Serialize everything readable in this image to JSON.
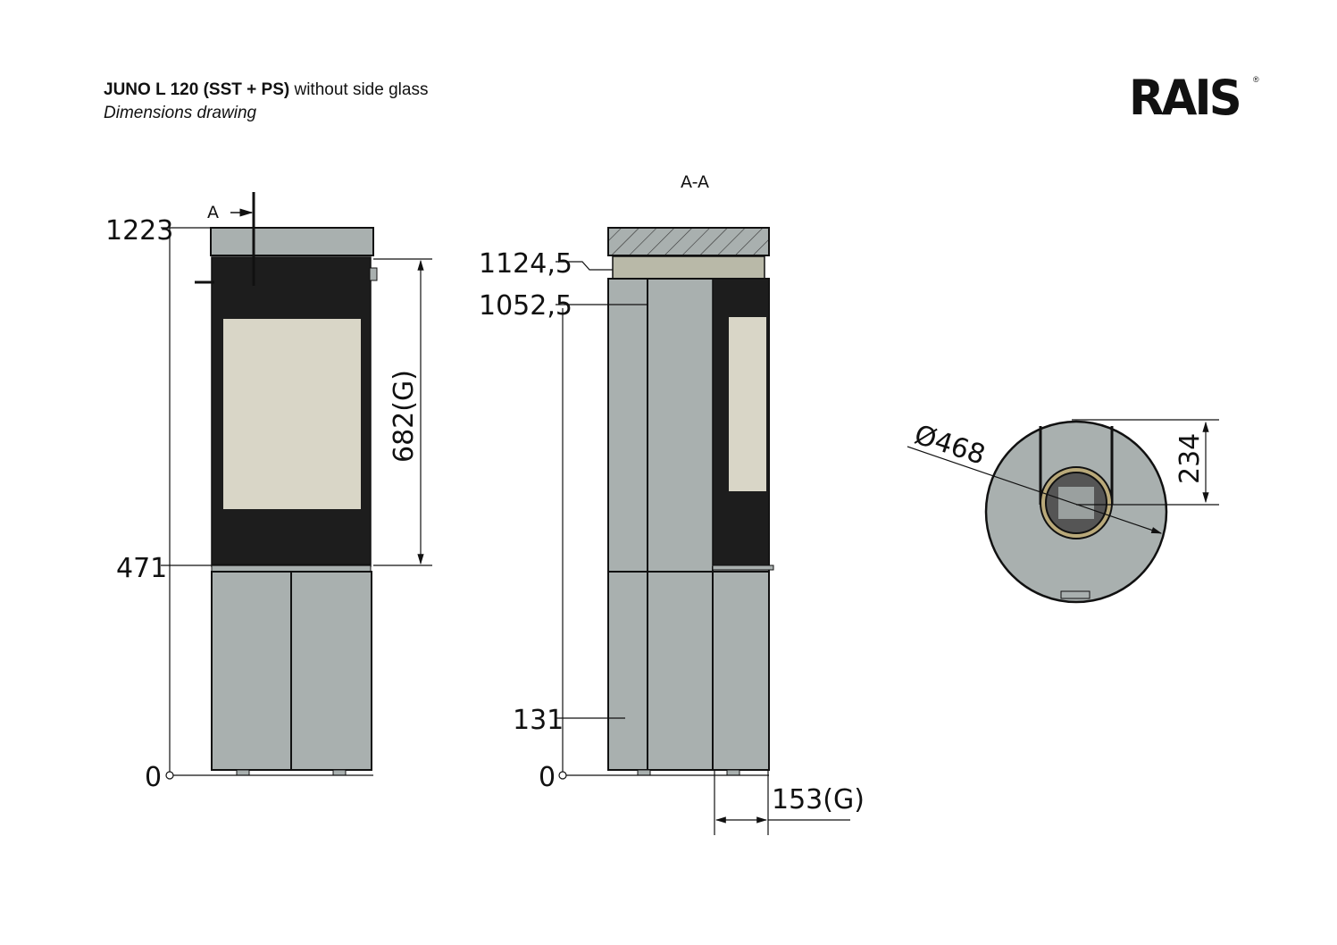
{
  "header": {
    "model": "JUNO L 120 (SST + PS)",
    "variant": "without side glass",
    "subtitle": "Dimensions drawing"
  },
  "logo": {
    "text": "RAIS",
    "mark": "®"
  },
  "front_view": {
    "section_marker": "A",
    "dims": {
      "top": "1223",
      "door_bottom": "471",
      "zero": "0",
      "glass_height": "682(G)"
    }
  },
  "section_view": {
    "title": "A-A",
    "dims": {
      "d1": "1124,5",
      "d2": "1052,5",
      "d3": "131",
      "zero": "0",
      "glass_offset": "153(G)"
    }
  },
  "top_view": {
    "dims": {
      "diameter": "Ø468",
      "offset": "234"
    }
  },
  "colors": {
    "body": "#a9b0af",
    "panel": "#1d1d1d",
    "glass": "#d9d6c7",
    "ring": "#b9a97a"
  }
}
